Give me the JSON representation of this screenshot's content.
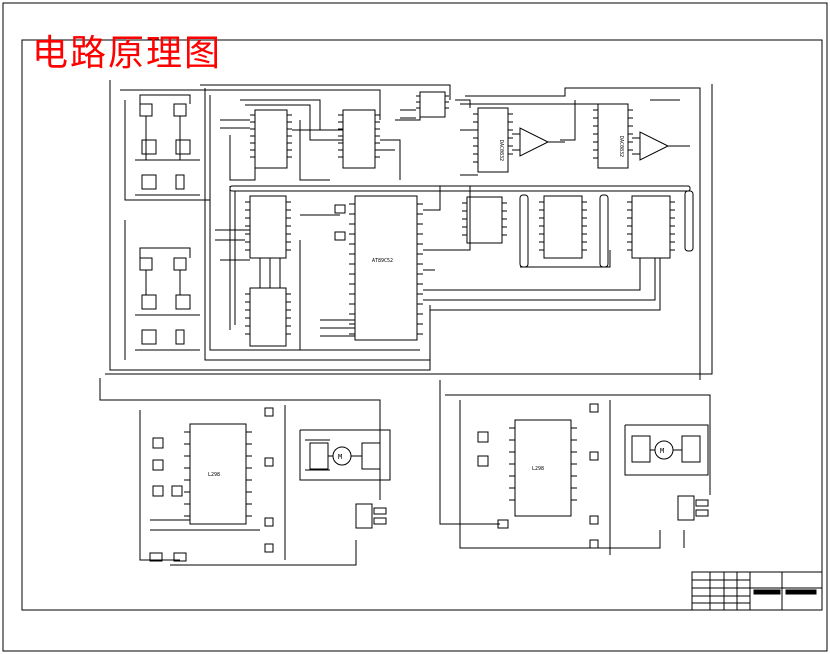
{
  "title": "电路原理图",
  "colors": {
    "title": "#ff0000",
    "ink": "#000000",
    "paper": "#ffffff"
  },
  "chips": {
    "mcu": "AT89C52",
    "dac1": "DAC0832",
    "dac2": "DAC0832",
    "motor_driver_1": "L298",
    "motor_driver_2": "L298"
  },
  "blocks": {
    "motor_left": "M",
    "motor_right": "M"
  }
}
